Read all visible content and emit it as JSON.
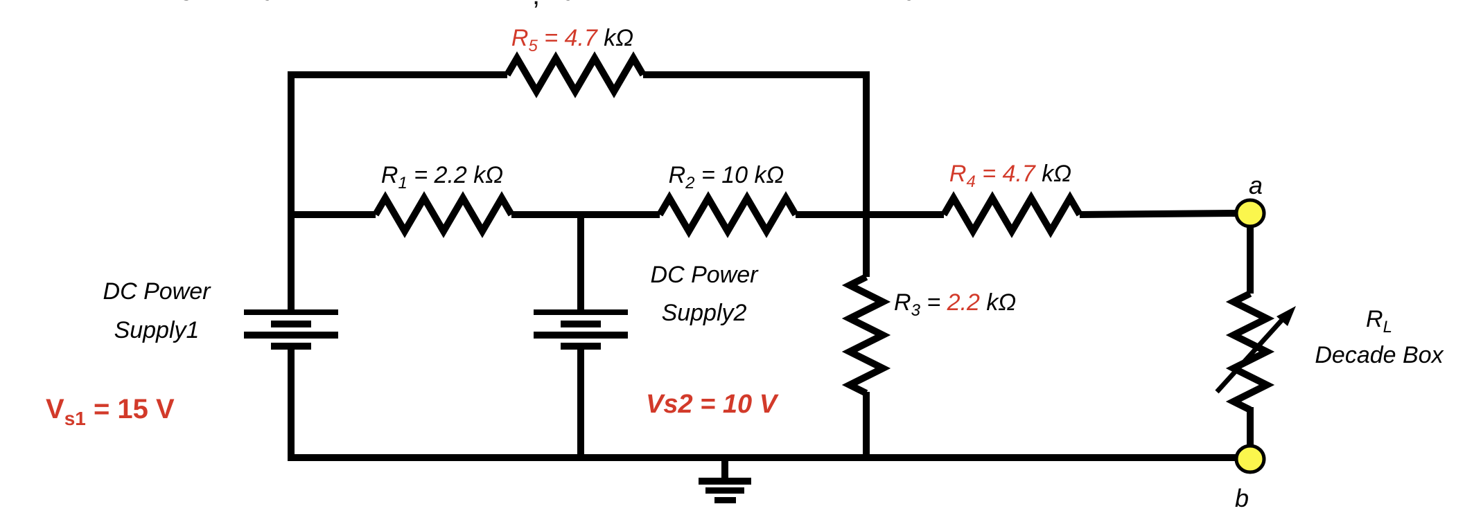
{
  "cropped_top_text": {
    "fragments": [
      "g",
      "y",
      "p",
      "p",
      ",",
      "y",
      "p",
      "p",
      "y"
    ]
  },
  "labels": {
    "r5": {
      "name": "R",
      "sub": "5",
      "value": " = 4.7",
      "unit": " kΩ"
    },
    "r1": {
      "name": "R",
      "sub": "1",
      "value": " = 2.2",
      "unit": " kΩ"
    },
    "r2": {
      "name": "R",
      "sub": "2",
      "value": " = 10",
      "unit": " kΩ"
    },
    "r4": {
      "name": "R",
      "sub": "4",
      "value": " = 4.7",
      "unit": " kΩ"
    },
    "r3": {
      "name": "R",
      "sub": "3",
      "eq": " = ",
      "value": "2.2",
      "unit": " kΩ"
    },
    "supply1": {
      "line1": "DC Power",
      "line2": "Supply1",
      "v_sym": "V",
      "v_sub": "s1",
      "v_value": " = 15 V"
    },
    "supply2": {
      "line1": "DC Power",
      "line2": "Supply2",
      "v_text": "Vs2 = 10 V"
    },
    "load": {
      "name": "R",
      "sub": "L",
      "type": "Decade Box"
    },
    "node_a": "a",
    "node_b": "b"
  },
  "colors": {
    "wire": "#000000",
    "accent_red": "#d23a2a",
    "node_fill": "#fbf64d",
    "background": "#ffffff"
  }
}
